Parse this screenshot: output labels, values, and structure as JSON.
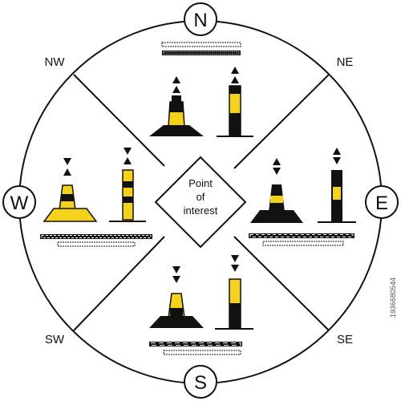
{
  "compass": {
    "n": "N",
    "s": "S",
    "e": "E",
    "w": "W",
    "ne": "NE",
    "nw": "NW",
    "se": "SE",
    "sw": "SW"
  },
  "center": {
    "line1": "Point",
    "line2": "of",
    "line3": "interest"
  },
  "watermark": "1936680544",
  "colors": {
    "yellow": "#f4d21c",
    "black": "#111111",
    "white": "#ffffff"
  }
}
